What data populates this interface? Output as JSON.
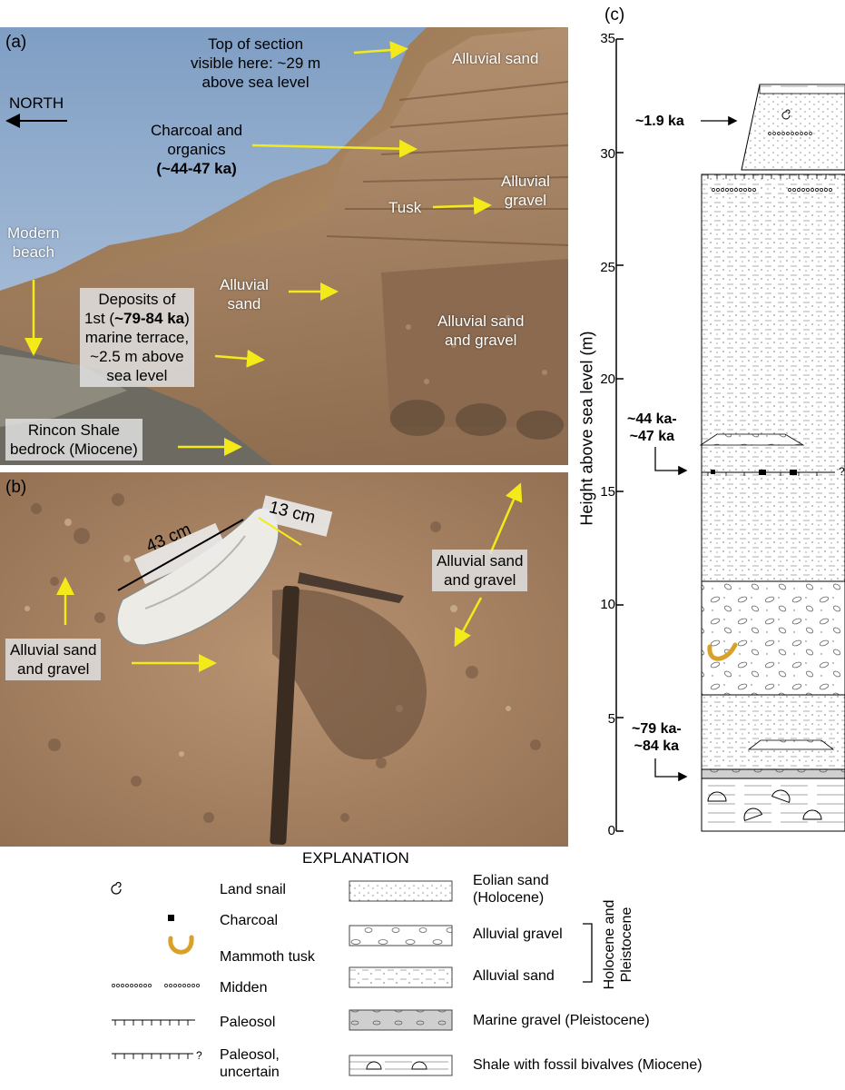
{
  "panel_a": {
    "label": "(a)",
    "north": "NORTH",
    "top_of_section": [
      "Top of section",
      "visible here: ~29 m",
      "above sea level"
    ],
    "alluvial_sand_top": "Alluvial sand",
    "charcoal": [
      "Charcoal and",
      "organics"
    ],
    "charcoal_age": "(~44-47 ka)",
    "tusk": "Tusk",
    "alluvial_gravel": [
      "Alluvial",
      "gravel"
    ],
    "modern_beach": [
      "Modern",
      "beach"
    ],
    "alluvial_sand_mid": [
      "Alluvial",
      "sand"
    ],
    "deposits_line1": "Deposits  of",
    "deposits_line2_pre": "1st (",
    "deposits_line2_age": "~79-84 ka",
    "deposits_line2_post": ")",
    "deposits_line3": "marine terrace,",
    "deposits_line4": "~2.5 m above",
    "deposits_line5": "sea level",
    "alluvial_sand_gravel": [
      "Alluvial sand",
      "and gravel"
    ],
    "rincon": [
      "Rincon Shale",
      "bedrock (Miocene)"
    ]
  },
  "panel_b": {
    "label": "(b)",
    "dim1": "43 cm",
    "dim2": "13 cm",
    "asg_right": [
      "Alluvial sand",
      "and gravel"
    ],
    "asg_left": [
      "Alluvial sand",
      "and gravel"
    ]
  },
  "panel_c": {
    "label": "(c)",
    "ylabel": "Height above sea level (m)",
    "ticks": [
      "35",
      "30",
      "25",
      "20",
      "15",
      "10",
      "5",
      "0"
    ],
    "ages": {
      "top": "~1.9 ka",
      "mid_1": "~44 ka-",
      "mid_2": "~47 ka",
      "low_1": "~79 ka-",
      "low_2": "~84 ka"
    },
    "uncertain_mark": "?"
  },
  "explanation": {
    "title": "EXPLANATION",
    "symbols": {
      "snail": "Land snail",
      "charcoal": "Charcoal",
      "tusk": "Mammoth tusk",
      "midden": "Midden",
      "paleosol": "Paleosol",
      "paleosol_uncertain": [
        "Paleosol,",
        "uncertain"
      ]
    },
    "units": {
      "eolian": [
        "Eolian sand",
        "(Holocene)"
      ],
      "alluvial_gravel": "Alluvial gravel",
      "alluvial_sand": "Alluvial sand",
      "marine_gravel": "Marine gravel (Pleistocene)",
      "shale": "Shale with fossil bivalves (Miocene)"
    },
    "bracket_label": [
      "Holocene and",
      "Pleistocene"
    ]
  },
  "colors": {
    "arrow": "#f4ea1a",
    "tusk": "#d8a12a",
    "sky": "#9bb6d4",
    "cliff": "#a68363",
    "sediment": "#b08a67"
  }
}
